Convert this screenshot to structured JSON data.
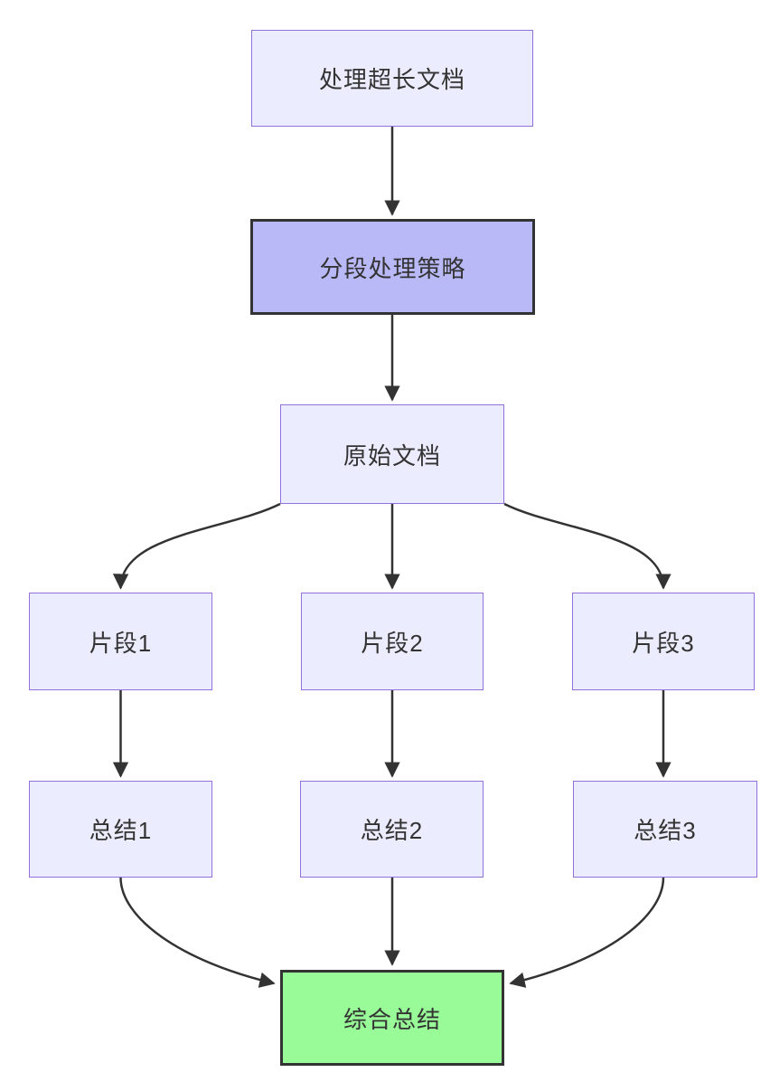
{
  "diagram": {
    "type": "flowchart",
    "direction": "top-down",
    "nodes": [
      {
        "id": "A",
        "label": "处理超长文档",
        "style": "default"
      },
      {
        "id": "B",
        "label": "分段处理策略",
        "style": "highlight"
      },
      {
        "id": "C",
        "label": "原始文档",
        "style": "default"
      },
      {
        "id": "D1",
        "label": "片段1",
        "style": "default"
      },
      {
        "id": "D2",
        "label": "片段2",
        "style": "default"
      },
      {
        "id": "D3",
        "label": "片段3",
        "style": "default"
      },
      {
        "id": "E1",
        "label": "总结1",
        "style": "default"
      },
      {
        "id": "E2",
        "label": "总结2",
        "style": "default"
      },
      {
        "id": "E3",
        "label": "总结3",
        "style": "default"
      }
    ],
    "final_node": {
      "id": "F",
      "label": "综合总结",
      "style": "success"
    },
    "edges": [
      {
        "from": "A",
        "to": "B"
      },
      {
        "from": "B",
        "to": "C"
      },
      {
        "from": "C",
        "to": "D1"
      },
      {
        "from": "C",
        "to": "D2"
      },
      {
        "from": "C",
        "to": "D3"
      },
      {
        "from": "D1",
        "to": "E1"
      },
      {
        "from": "D2",
        "to": "E2"
      },
      {
        "from": "D3",
        "to": "E3"
      },
      {
        "from": "E1",
        "to": "F"
      },
      {
        "from": "E2",
        "to": "F"
      },
      {
        "from": "E3",
        "to": "F"
      }
    ],
    "colors": {
      "background": "#FFFFFF",
      "node_fill": "#ECECFF",
      "node_border": "#9370DB",
      "highlight_fill": "#B9B9F8",
      "highlight_border": "#333333",
      "success_fill": "#98FB98",
      "success_border": "#333333",
      "edge_line": "#333333",
      "text": "#333333"
    }
  }
}
